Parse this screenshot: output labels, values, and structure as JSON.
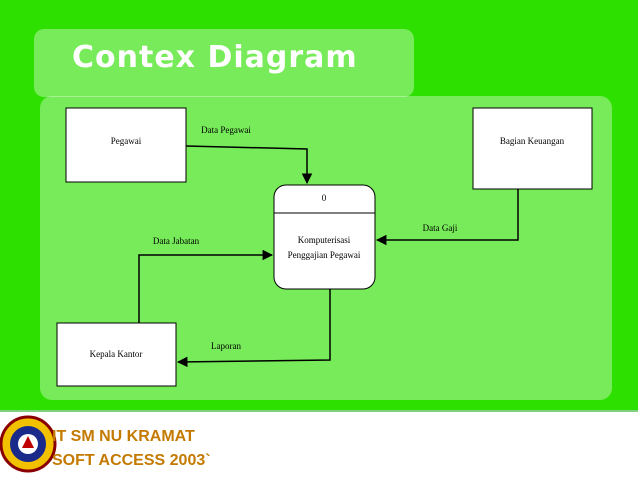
{
  "slide": {
    "title": "Contex Diagram",
    "footer_line1": "IT SM NU KRAMAT",
    "footer_line2": "SOFT ACCESS 2003`"
  },
  "diagram": {
    "entities": {
      "pegawai": "Pegawai",
      "bagian_keuangan": "Bagian Keuangan",
      "kepala_kantor": "Kepala Kantor"
    },
    "process": {
      "number": "0",
      "name_line1": "Komputerisasi",
      "name_line2": "Penggajian Pegawai"
    },
    "flows": {
      "data_pegawai": "Data Pegawai",
      "data_gaji": "Data Gaji",
      "data_jabatan": "Data Jabatan",
      "laporan": "Laporan"
    }
  },
  "colors": {
    "background": "#2ee000",
    "title": "#ffffff",
    "footer_text": "#c47a00"
  }
}
